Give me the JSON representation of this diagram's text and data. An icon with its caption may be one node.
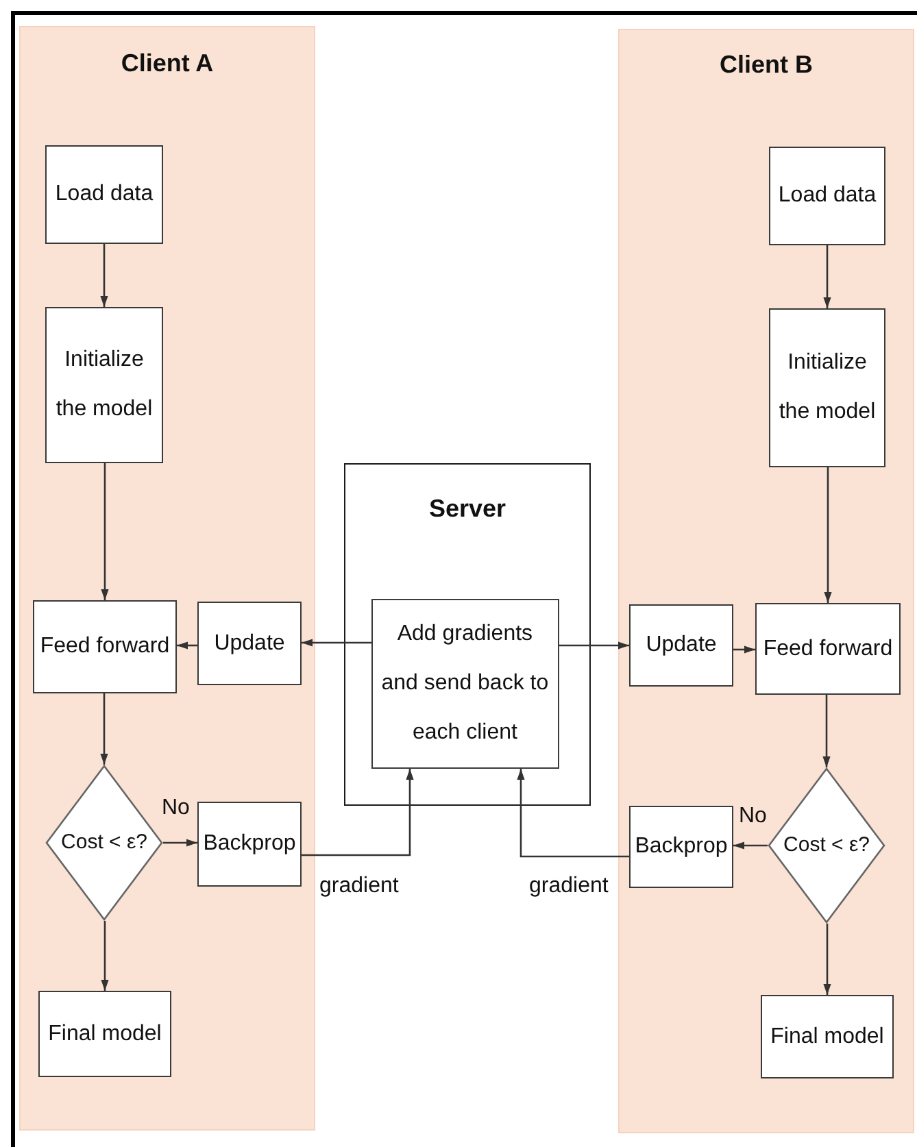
{
  "diagram": {
    "nodes": [
      {
        "text": [
          "Client A"
        ]
      },
      {
        "text": [
          "Load data"
        ],
        "in": 0
      },
      {
        "text": [
          "Initialize the model"
        ],
        "in": 0
      },
      {
        "text": [
          "Feed forward"
        ],
        "in": 0
      },
      {
        "text": [
          "Update"
        ],
        "in": 0
      },
      {
        "text": [
          "Cost < ε?"
        ],
        "in": 0
      },
      {
        "text": [
          "Backprop"
        ],
        "in": 0
      },
      {
        "text": [
          "Final model"
        ],
        "in": 0
      },
      {
        "text": [
          "Server"
        ]
      },
      {
        "text": [
          "Add gradients and send back to each client"
        ],
        "in": 8
      },
      {
        "text": [
          "Client B"
        ]
      },
      {
        "text": [
          "Load data"
        ],
        "in": 10
      },
      {
        "text": [
          "Initialize the model"
        ],
        "in": 10
      },
      {
        "text": [
          "Update"
        ],
        "in": 10
      },
      {
        "text": [
          "Feed forward"
        ],
        "in": 10
      },
      {
        "text": [
          "Cost < ε?"
        ],
        "in": 10
      },
      {
        "text": [
          "Backprop"
        ],
        "in": 10
      },
      {
        "text": [
          "Final model"
        ],
        "in": 10
      }
    ],
    "edges": [
      {
        "from": 1,
        "to": 2,
        "arrow": "to"
      },
      {
        "from": 2,
        "to": 3,
        "arrow": "to"
      },
      {
        "from": 4,
        "to": 3,
        "arrow": "to"
      },
      {
        "from": 3,
        "to": 5,
        "arrow": "to"
      },
      {
        "from": 5,
        "to": 6,
        "arrow": "to",
        "label": "No"
      },
      {
        "from": 6,
        "to": 9,
        "arrow": "to",
        "label": "gradient"
      },
      {
        "from": 5,
        "to": 7,
        "arrow": "to"
      },
      {
        "from": 9,
        "to": 4,
        "arrow": "to"
      },
      {
        "from": 9,
        "to": 13,
        "arrow": "to"
      },
      {
        "from": 11,
        "to": 12,
        "arrow": "to"
      },
      {
        "from": 12,
        "to": 14,
        "arrow": "to"
      },
      {
        "from": 13,
        "to": 14,
        "arrow": "to"
      },
      {
        "from": 14,
        "to": 15,
        "arrow": "to"
      },
      {
        "from": 15,
        "to": 16,
        "arrow": "to",
        "label": "No"
      },
      {
        "from": 16,
        "to": 9,
        "arrow": "to",
        "label": "gradient"
      },
      {
        "from": 15,
        "to": 17,
        "arrow": "to"
      }
    ]
  }
}
